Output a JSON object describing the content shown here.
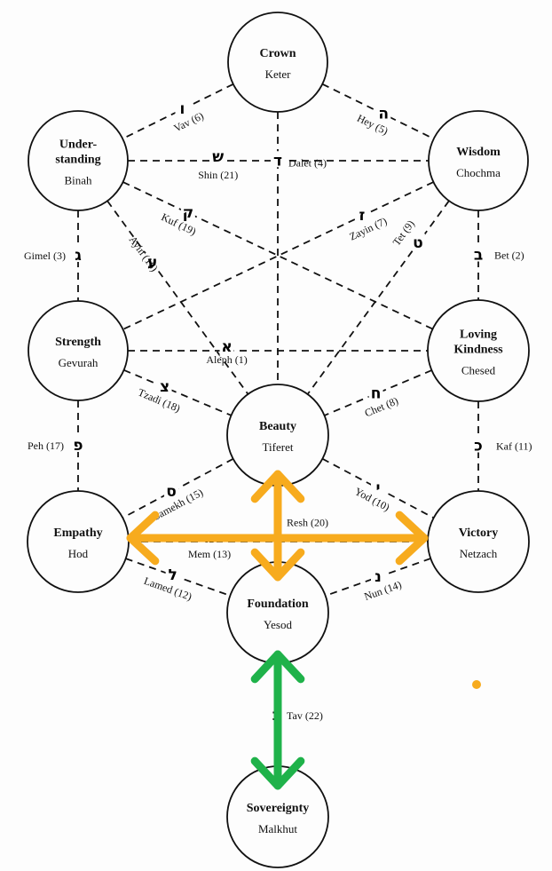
{
  "diagram": {
    "type": "tree-of-life",
    "nodes": [
      {
        "id": "crown",
        "title": [
          "Crown"
        ],
        "subtitle": "Keter"
      },
      {
        "id": "understanding",
        "title": [
          "Under-",
          "standing"
        ],
        "subtitle": "Binah"
      },
      {
        "id": "wisdom",
        "title": [
          "Wisdom"
        ],
        "subtitle": "Chochma"
      },
      {
        "id": "strength",
        "title": [
          "Strength"
        ],
        "subtitle": "Gevurah"
      },
      {
        "id": "loving-kindness",
        "title": [
          "Loving",
          "Kindness"
        ],
        "subtitle": "Chesed"
      },
      {
        "id": "beauty",
        "title": [
          "Beauty"
        ],
        "subtitle": "Tiferet"
      },
      {
        "id": "empathy",
        "title": [
          "Empathy"
        ],
        "subtitle": "Hod"
      },
      {
        "id": "victory",
        "title": [
          "Victory"
        ],
        "subtitle": "Netzach"
      },
      {
        "id": "foundation",
        "title": [
          "Foundation"
        ],
        "subtitle": "Yesod"
      },
      {
        "id": "sovereignty",
        "title": [
          "Sovereignty"
        ],
        "subtitle": "Malkhut"
      }
    ],
    "paths": [
      {
        "from": "strength",
        "to": "loving-kindness",
        "letter": "א",
        "label": "Aleph (1)"
      },
      {
        "from": "wisdom",
        "to": "loving-kindness",
        "letter": "ב",
        "label": "Bet (2)"
      },
      {
        "from": "understanding",
        "to": "strength",
        "letter": "ג",
        "label": "Gimel (3)"
      },
      {
        "from": "crown",
        "to": "beauty",
        "letter": "ד",
        "label": "Dalet (4)"
      },
      {
        "from": "crown",
        "to": "wisdom",
        "letter": "ה",
        "label": "Hey (5)"
      },
      {
        "from": "crown",
        "to": "understanding",
        "letter": "ו",
        "label": "Vav (6)"
      },
      {
        "from": "wisdom",
        "to": "strength",
        "letter": "ז",
        "label": "Zayin (7)"
      },
      {
        "from": "loving-kindness",
        "to": "beauty",
        "letter": "ח",
        "label": "Chet (8)"
      },
      {
        "from": "wisdom",
        "to": "beauty",
        "letter": "ט",
        "label": "Tet (9)"
      },
      {
        "from": "beauty",
        "to": "victory",
        "letter": "י",
        "label": "Yod (10)"
      },
      {
        "from": "loving-kindness",
        "to": "victory",
        "letter": "כ",
        "label": "Kaf (11)"
      },
      {
        "from": "empathy",
        "to": "foundation",
        "letter": "ל",
        "label": "Lamed (12)"
      },
      {
        "from": "empathy",
        "to": "victory",
        "letter": "מ",
        "label": "Mem (13)"
      },
      {
        "from": "victory",
        "to": "foundation",
        "letter": "נ",
        "label": "Nun (14)"
      },
      {
        "from": "beauty",
        "to": "empathy",
        "letter": "ס",
        "label": "Samekh (15)"
      },
      {
        "from": "understanding",
        "to": "beauty",
        "letter": "ע",
        "label": "Ayin (16)"
      },
      {
        "from": "strength",
        "to": "empathy",
        "letter": "פ",
        "label": "Peh (17)"
      },
      {
        "from": "strength",
        "to": "beauty",
        "letter": "צ",
        "label": "Tzadi (18)"
      },
      {
        "from": "understanding",
        "to": "loving-kindness",
        "letter": "ק",
        "label": "Kuf (19)"
      },
      {
        "from": "beauty",
        "to": "foundation",
        "letter": "ר",
        "label": "Resh (20)"
      },
      {
        "from": "understanding",
        "to": "wisdom",
        "letter": "ש",
        "label": "Shin (21)"
      },
      {
        "from": "foundation",
        "to": "sovereignty",
        "letter": "ת",
        "label": "Tav (22)"
      }
    ],
    "annotations": [
      {
        "type": "double-arrow",
        "between": [
          "empathy",
          "victory"
        ],
        "color": "#f7ab1e"
      },
      {
        "type": "double-arrow",
        "between": [
          "beauty",
          "foundation"
        ],
        "color": "#f7ab1e"
      },
      {
        "type": "double-arrow",
        "between": [
          "foundation",
          "sovereignty"
        ],
        "color": "#1fb24a"
      },
      {
        "type": "dot",
        "color": "#f7ab1e"
      }
    ]
  }
}
